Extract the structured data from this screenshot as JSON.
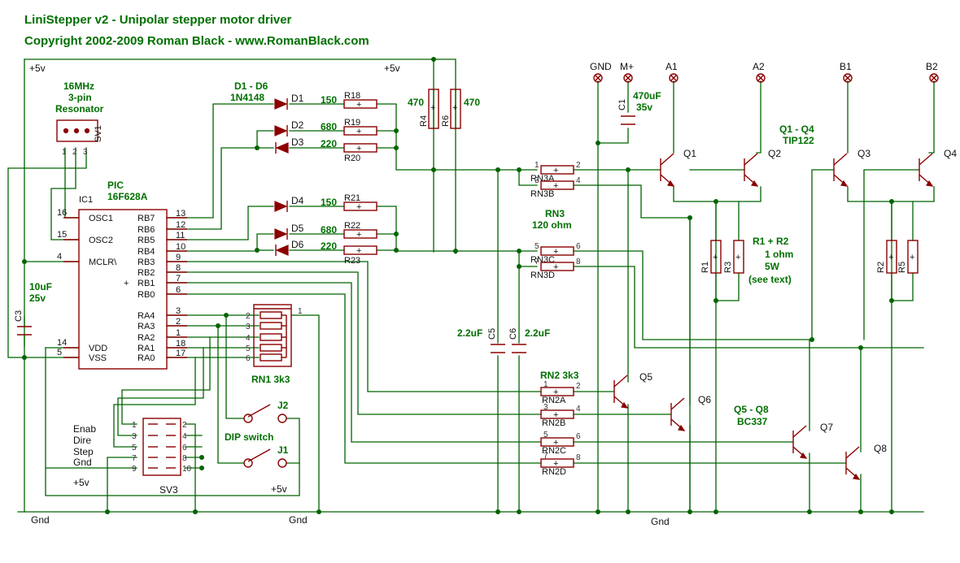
{
  "title": "LiniStepper v2 - Unipolar stepper motor driver",
  "copyright": "Copyright 2002-2009 Roman Black - www.RomanBlack.com",
  "colors": {
    "wire": "#006400",
    "part": "#8b0000",
    "value_text": "#007000",
    "label_text": "#111111"
  },
  "supply": {
    "plus5v": "+5v",
    "gnd": "Gnd"
  },
  "resonator": {
    "title_line1": "16MHz",
    "title_line2": "3-pin",
    "title_line3": "Resonator",
    "ref": "SV1",
    "pins": [
      "1",
      "2",
      "3"
    ]
  },
  "pic": {
    "title": "PIC",
    "part": "16F628A",
    "ref": "IC1",
    "left_pins": [
      {
        "num": "16",
        "name": "OSC1"
      },
      {
        "num": "15",
        "name": "OSC2"
      },
      {
        "num": "4",
        "name": "MCLR\\"
      },
      {
        "num": "14",
        "name": "VDD"
      },
      {
        "num": "5",
        "name": "VSS"
      }
    ],
    "right_pins": [
      {
        "num": "13",
        "name": "RB7"
      },
      {
        "num": "12",
        "name": "RB6"
      },
      {
        "num": "11",
        "name": "RB5"
      },
      {
        "num": "10",
        "name": "RB4"
      },
      {
        "num": "9",
        "name": "RB3"
      },
      {
        "num": "8",
        "name": "RB2"
      },
      {
        "num": "7",
        "name": "RB1"
      },
      {
        "num": "6",
        "name": "RB0"
      },
      {
        "num": "3",
        "name": "RA4"
      },
      {
        "num": "2",
        "name": "RA3"
      },
      {
        "num": "1",
        "name": "RA2"
      },
      {
        "num": "18",
        "name": "RA1"
      },
      {
        "num": "17",
        "name": "RA0"
      }
    ]
  },
  "diodes": {
    "group_title": "D1 - D6",
    "group_part": "1N4148",
    "labels": [
      "D1",
      "D2",
      "D3",
      "D4",
      "D5",
      "D6"
    ]
  },
  "resistors_top": [
    {
      "ref": "R18",
      "value": "150"
    },
    {
      "ref": "R19",
      "value": "680"
    },
    {
      "ref": "R20",
      "value": "220"
    },
    {
      "ref": "R21",
      "value": "150"
    },
    {
      "ref": "R22",
      "value": "680"
    },
    {
      "ref": "R23",
      "value": "220"
    }
  ],
  "r4r6": {
    "r4_ref": "R4",
    "r6_ref": "R6",
    "r4_value": "470",
    "r6_value": "470"
  },
  "c1": {
    "ref": "C1",
    "value_line1": "470uF",
    "value_line2": "35v"
  },
  "c3": {
    "ref": "C3",
    "value_line1": "10uF",
    "value_line2": "25v"
  },
  "c5c6": {
    "c5_ref": "C5",
    "c6_ref": "C6",
    "c5_value": "2.2uF",
    "c6_value": "2.2uF"
  },
  "connectors": [
    "GND",
    "M+",
    "A1",
    "A2",
    "B1",
    "B2"
  ],
  "rn3": {
    "title": "RN3",
    "value": "120 ohm",
    "parts": [
      "RN3A",
      "RN3B",
      "RN3C",
      "RN3D"
    ],
    "pin_labels": [
      "1",
      "2",
      "3",
      "4",
      "5",
      "6",
      "7",
      "8"
    ]
  },
  "rn2": {
    "title": "RN2  3k3",
    "parts": [
      "RN2A",
      "RN2B",
      "RN2C",
      "RN2D"
    ],
    "pin_labels": [
      "1",
      "2",
      "3",
      "4",
      "5",
      "6",
      "7",
      "8"
    ]
  },
  "rn1": {
    "label": "RN1 3k3",
    "pins": [
      "1",
      "2",
      "3",
      "4",
      "5",
      "6"
    ]
  },
  "power_transistors": {
    "group_title": "Q1 - Q4",
    "group_part": "TIP122",
    "labels": [
      "Q1",
      "Q2",
      "Q3",
      "Q4"
    ]
  },
  "small_transistors": {
    "group_title": "Q5 - Q8",
    "group_part": "BC337",
    "labels": [
      "Q5",
      "Q6",
      "Q7",
      "Q8"
    ]
  },
  "sense_resistors": {
    "refs": [
      "R1",
      "R3",
      "R2",
      "R5"
    ],
    "value_line1": "R1 + R2",
    "value_line2": "1 ohm",
    "value_line3": "5W",
    "value_line4": "(see text)"
  },
  "jumpers": {
    "j1": "J1",
    "j2": "J2",
    "caption": "DIP switch"
  },
  "sv3": {
    "ref": "SV3",
    "labels": [
      "Enab",
      "Dire",
      "Step",
      "Gnd"
    ],
    "pins": [
      "1",
      "2",
      "3",
      "4",
      "5",
      "6",
      "7",
      "8",
      "9",
      "10"
    ]
  }
}
